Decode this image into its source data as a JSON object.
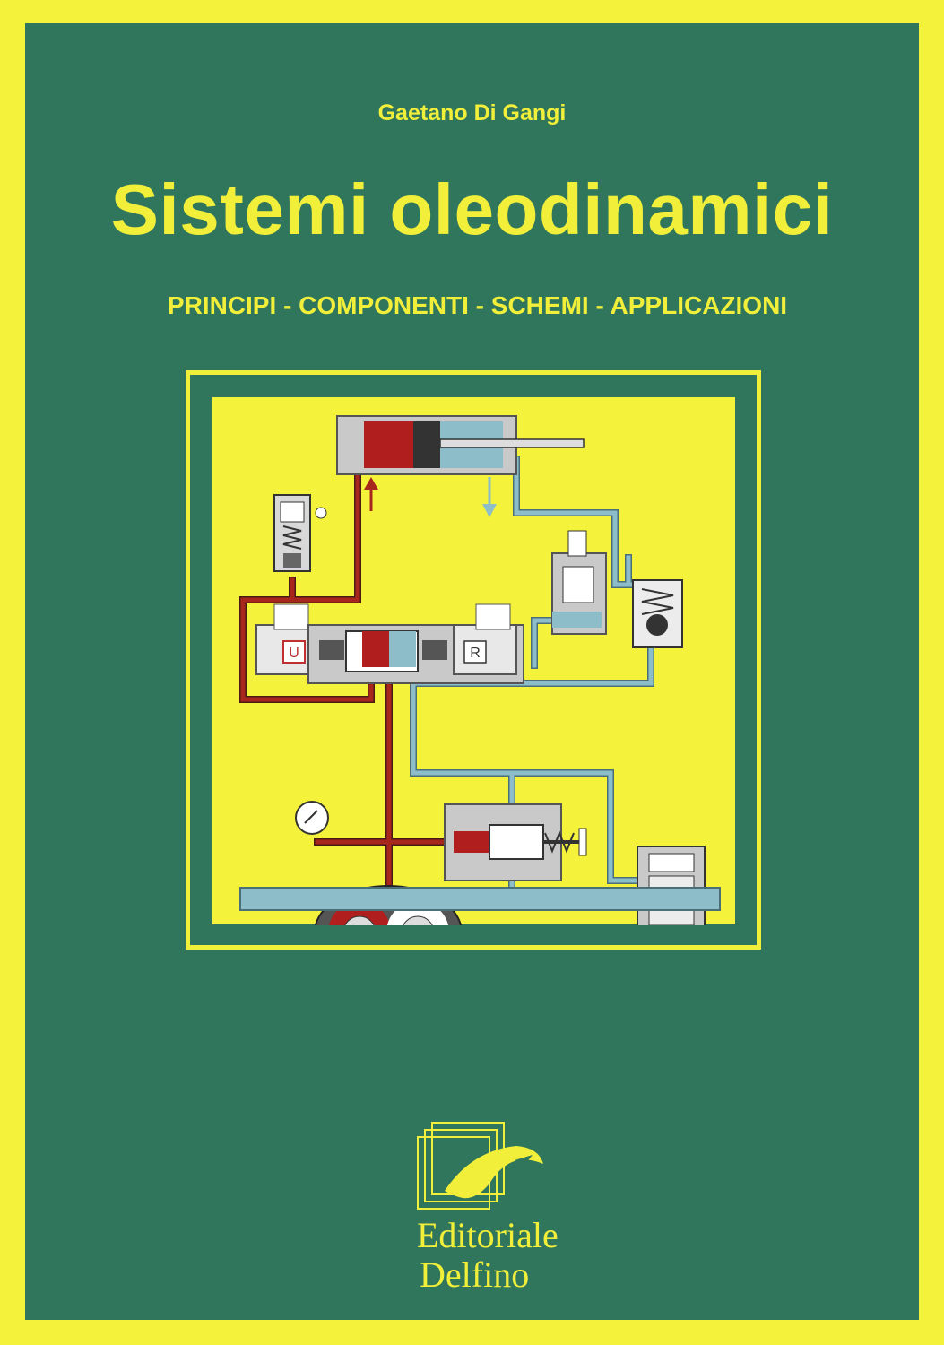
{
  "cover": {
    "author": "Gaetano Di Gangi",
    "title": "Sistemi oleodinamici",
    "subtitle": "PRINCIPI - COMPONENTI - SCHEMI - APPLICAZIONI"
  },
  "diagram": {
    "valve_left_label": "U",
    "valve_right_label": "R"
  },
  "publisher": {
    "line1": "Editoriale",
    "line2": "Delfino"
  },
  "colors": {
    "background": "#f4f23a",
    "panel": "#2f765c",
    "text": "#f1ef3a",
    "pressure_line": "#a8271c",
    "return_line": "#8dbdc8"
  }
}
